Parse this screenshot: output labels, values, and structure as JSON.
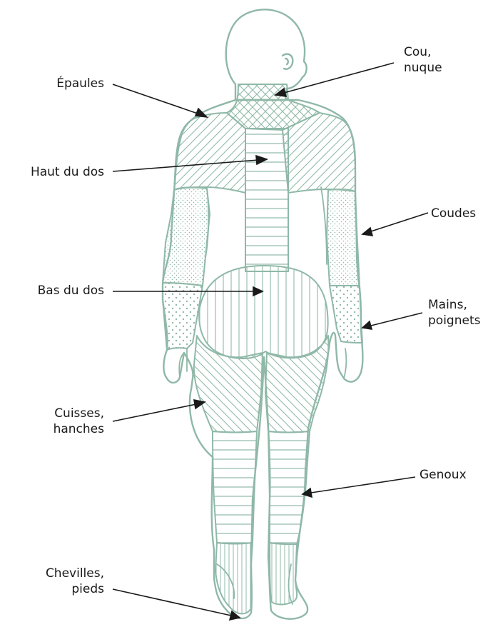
{
  "labels": {
    "epaules": "Épaules",
    "haut_dos": "Haut du dos",
    "bas_dos": "Bas du dos",
    "cuisses_1": "Cuisses,",
    "cuisses_2": "hanches",
    "chevilles_1": "Chevilles,",
    "chevilles_2": "pieds",
    "cou_1": "Cou,",
    "cou_2": "nuque",
    "coudes": "Coudes",
    "mains_1": "Mains,",
    "mains_2": "poignets",
    "genoux": "Genoux"
  },
  "colors": {
    "outline": "#8fb8a8",
    "hatch": "#8fb8a8",
    "text": "#1a1a1a",
    "arrow": "#1a1a1a"
  }
}
